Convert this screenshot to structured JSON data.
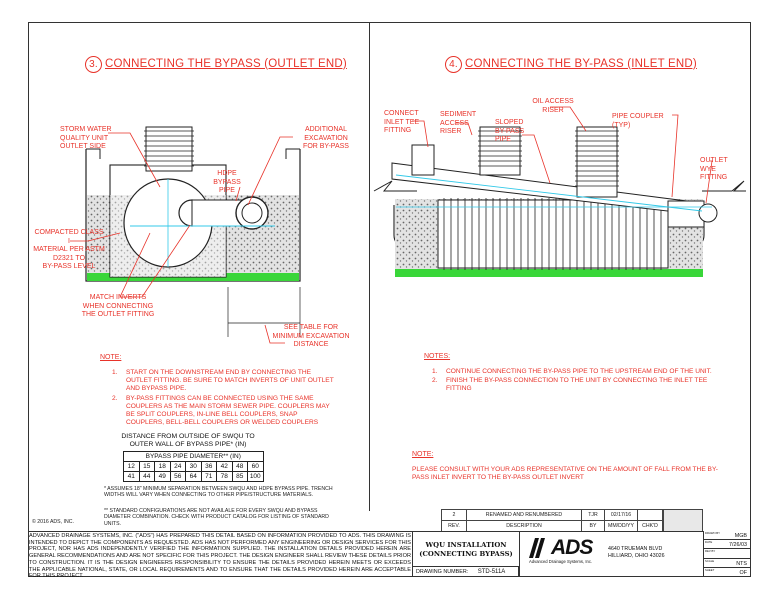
{
  "left": {
    "title_num": "3.",
    "title": "CONNECTING THE BYPASS (OUTLET END)",
    "labels": {
      "storm_water": "STORM WATER\nQUALITY UNIT\nOUTLET SIDE",
      "additional": "ADDITIONAL\nEXCAVATION\nFOR BY-PASS",
      "hdpe": "HDPE\nBYPASS\nPIPE",
      "compacted": "COMPACTED CLASS I\nMATERIAL PER ASTM\nD2321 TO\nBY-PASS LEVEL",
      "match": "MATCH INVERTS\nWHEN CONNECTING\nTHE OUTLET FITTING",
      "see_table": "SEE TABLE FOR\nMINIMUM EXCAVATION\nDISTANCE"
    },
    "note_heading": "NOTE:",
    "notes": [
      {
        "n": "1.",
        "text": "START ON THE DOWNSTREAM END BY CONNECTING THE OUTLET FITTING. BE SURE TO MATCH INVERTS OF UNIT OUTLET AND BYPASS PIPE."
      },
      {
        "n": "2.",
        "text": "BY-PASS FITTINGS CAN BE CONNECTED USING THE SAME COUPLERS AS THE MAIN STORM SEWER PIPE. COUPLERS MAY BE SPLIT COUPLERS, IN-LINE BELL COUPLERS, SNAP COUPLERS, BELL-BELL COUPLERS OR WELDED COUPLERS"
      }
    ],
    "table": {
      "caption1": "DISTANCE FROM OUTSIDE OF SWQU TO",
      "caption2": "OUTER WALL OF BYPASS PIPE* (IN)",
      "header": "BYPASS PIPE DIAMETER** (IN)",
      "diameters": [
        "12",
        "15",
        "18",
        "24",
        "30",
        "36",
        "42",
        "48",
        "60"
      ],
      "distances": [
        "41",
        "44",
        "49",
        "56",
        "64",
        "71",
        "78",
        "85",
        "100"
      ]
    },
    "footnote1": "* ASSUMES 18\" MINIMUM SEPARATION BETWEEN SWQU AND HDPE BYPASS PIPE. TRENCH WIDTHS WILL VARY WHEN CONNECTING TO OTHER PIPE/STRUCTURE MATERIALS.",
    "footnote2": "** STANDARD CONFIGURATIONS ARE NOT AVAILALE FOR EVERY SWQU AND BYPASS DIAMETER COMBINATION. CHECK WITH PRODUCT CATALOG FOR LISTING OF STANDARD UNITS.",
    "copyright": "© 2016 ADS, INC."
  },
  "right": {
    "title_num": "4.",
    "title": "CONNECTING THE BY-PASS (INLET END)",
    "labels": {
      "oil": "OIL ACCESS\nRISER",
      "inlet_tee": "CONNECT\nINLET TEE\nFITTING",
      "sediment": "SEDIMENT\nACCESS\nRISER",
      "sloped": "SLOPED\nBY-PASS\nPIPE",
      "coupler": "PIPE COUPLER\n(TYP)",
      "outlet_wye": "OUTLET\nWYE\nFITTING"
    },
    "note_heading": "NOTES:",
    "notes": [
      {
        "n": "1.",
        "text": "CONTINUE CONNECTING THE BY-PASS PIPE TO THE UPSTREAM END OF THE UNIT."
      },
      {
        "n": "2.",
        "text": "FINISH THE BY-PASS CONNECTION TO THE UNIT BY CONNECTING THE INLET TEE FITTING"
      }
    ],
    "note2_heading": "NOTE:",
    "note2": "PLEASE CONSULT WITH YOUR ADS REPRESENTATIVE ON THE AMOUNT OF FALL FROM THE BY-PASS INLET INVERT TO THE BY-PASS OUTLET INVERT"
  },
  "disclaimer": "ADVANCED DRAINAGE SYSTEMS, INC. (\"ADS\") HAS PREPARED THIS DETAIL BASED ON INFORMATION PROVIDED TO ADS. THIS DRAWING IS INTENDED TO DEPICT THE COMPONENTS AS REQUESTED. ADS HAS NOT PERFORMED ANY ENGINEERING OR DESIGN SERVICES FOR THIS PROJECT, NOR HAS ADS INDEPENDENTLY VERIFIED THE INFORMATION SUPPLIED. THE INSTALLATION DETAILS PROVIDED HEREIN ARE GENERAL RECOMMENDATIONS AND ARE NOT SPECIFIC FOR THIS PROJECT. THE DESIGN ENGINEER SHALL REVIEW THESE DETAILS PRIOR TO CONSTRUCTION. IT IS THE DESIGN ENGINEERS RESPONSIBILITY TO ENSURE THE DETAILS PROVIDED HEREIN MEETS OR EXCEEDS THE APPLICABLE NATIONAL, STATE, OR LOCAL REQUIREMENTS AND TO ENSURE THAT THE DETAILS PROVIDED HEREIN ARE ACCEPTABLE FOR THIS PROJECT.",
  "revision": {
    "rev": "2",
    "desc": "RENAMED AND RENUMBERED",
    "by": "TJR",
    "date": "02/17/16",
    "h_rev": "REV.",
    "h_desc": "DESCRIPTION",
    "h_by": "BY",
    "h_date": "MM/DD/YY",
    "h_chkd": "CHK'D"
  },
  "titleblock": {
    "title1": "WQU INSTALLATION",
    "title2": "(CONNECTING BYPASS)",
    "drawing_label": "DRAWING NUMBER:",
    "drawing_number": "STD-511A",
    "logo": "ADS",
    "logo_sub": "Advanced Drainage Systems, Inc.",
    "addr1": "4640 TRUEMAN BLVD",
    "addr2": "HILLIARD, OHIO 43026",
    "drawn_label": "DRAWN BY",
    "drawn": "MGB",
    "date_label": "DATE",
    "date": "7/26/03",
    "rev_label": "REV BY",
    "rev": "",
    "scale_label": "SCALE",
    "scale": "NTS",
    "sheet_label": "SHEET",
    "sheet": "OF"
  },
  "colors": {
    "accent": "#e8332a",
    "green": "#39d639",
    "cyan": "#33c9e8",
    "gravel": "#dcdcdc"
  }
}
